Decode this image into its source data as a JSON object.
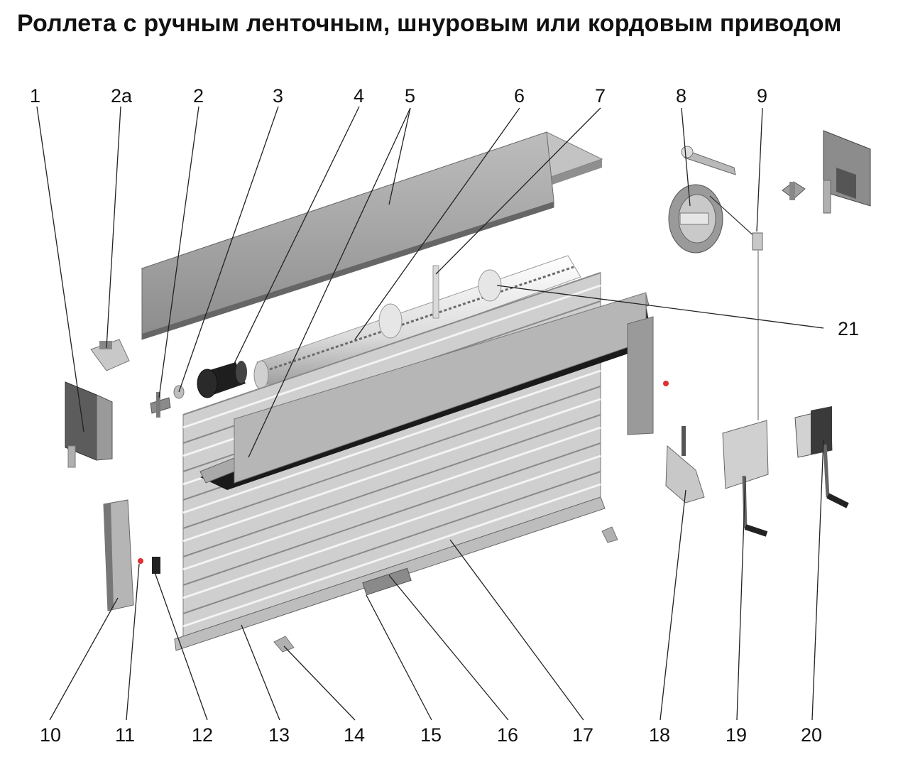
{
  "title": "Роллета с ручным ленточным, шнуровым или кордовым приводом",
  "labels": {
    "n1": "1",
    "n2a": "2a",
    "n2": "2",
    "n3": "3",
    "n4": "4",
    "n5": "5",
    "n6": "6",
    "n7": "7",
    "n8": "8",
    "n9": "9",
    "n10": "10",
    "n11": "11",
    "n12": "12",
    "n13": "13",
    "n14": "14",
    "n15": "15",
    "n16": "16",
    "n17": "17",
    "n18": "18",
    "n19": "19",
    "n20": "20",
    "n21": "21"
  },
  "colors": {
    "metal_light": "#d9d9d9",
    "metal_mid": "#a8a8a8",
    "metal_dark": "#6d6d6d",
    "accent_red": "#e03030"
  }
}
